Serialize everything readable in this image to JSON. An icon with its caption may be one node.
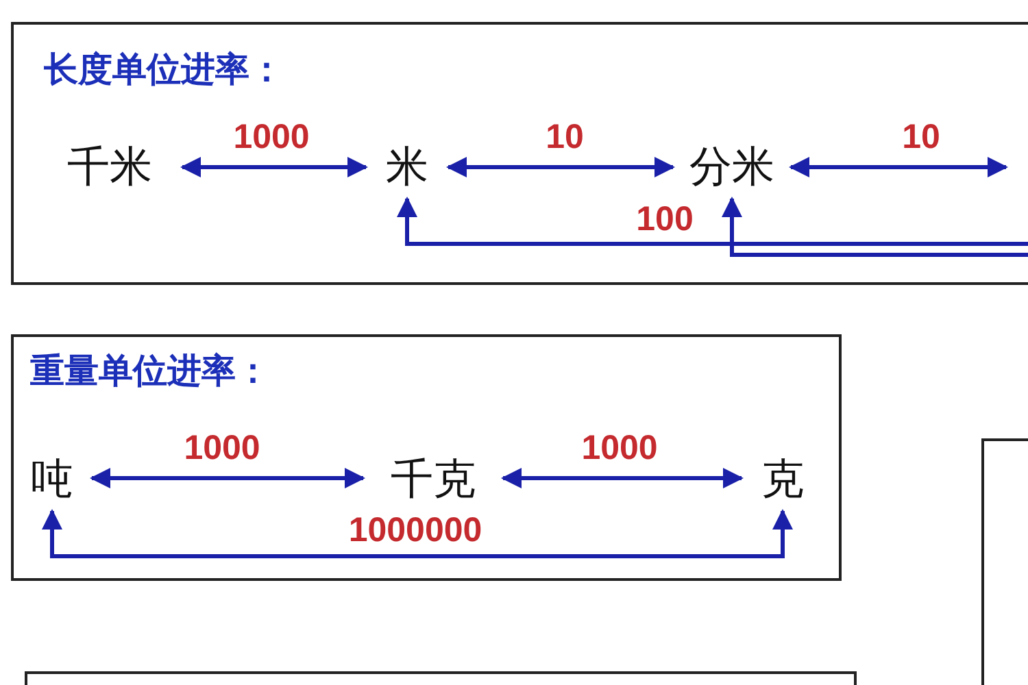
{
  "diagram": {
    "nodes": [
      {
        "text": [
          "长度单位进率："
        ]
      },
      {
        "text": [
          "千米"
        ],
        "in": 0
      },
      {
        "text": [
          "米"
        ],
        "in": 0
      },
      {
        "text": [
          "分米"
        ],
        "in": 0
      },
      {
        "text": [
          "重量单位进率："
        ]
      },
      {
        "text": [
          "吨"
        ],
        "in": 4
      },
      {
        "text": [
          "千克"
        ],
        "in": 4
      },
      {
        "text": [
          "克"
        ],
        "in": 4
      },
      {
        "text": [],
        "shape": "box"
      },
      {
        "text": [],
        "shape": "box"
      }
    ],
    "edges": [
      {
        "from": 1,
        "to": 2,
        "arrow": "both",
        "label": "1000"
      },
      {
        "from": 2,
        "to": 3,
        "arrow": "both",
        "label": "10"
      },
      {
        "from": 3,
        "to": null,
        "arrow": "both",
        "label": "10"
      },
      {
        "from": null,
        "to": 2,
        "arrow": "to",
        "label": "100"
      },
      {
        "from": null,
        "to": 3,
        "arrow": "to"
      },
      {
        "from": 5,
        "to": 6,
        "arrow": "both",
        "label": "1000"
      },
      {
        "from": 6,
        "to": 7,
        "arrow": "both",
        "label": "1000"
      },
      {
        "from": 5,
        "to": 7,
        "arrow": "both",
        "label": "1000000"
      }
    ]
  }
}
